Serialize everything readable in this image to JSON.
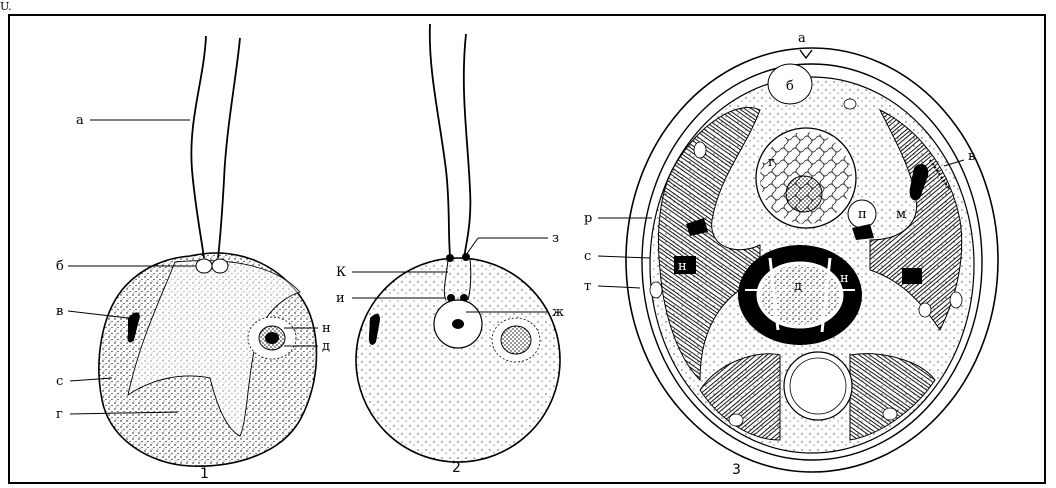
{
  "corner_mark": "U.",
  "figure1": {
    "number": "1",
    "labels": [
      "а",
      "б",
      "в",
      "с",
      "г",
      "н",
      "д"
    ]
  },
  "figure2": {
    "number": "2",
    "labels": [
      "з",
      "К",
      "и",
      "ж"
    ]
  },
  "figure3": {
    "number": "3",
    "labels": [
      "а",
      "б",
      "г",
      "в",
      "р",
      "с",
      "т",
      "п",
      "м",
      "д",
      "н",
      "н"
    ]
  },
  "colors": {
    "ink": "#000000",
    "paper": "#ffffff"
  }
}
